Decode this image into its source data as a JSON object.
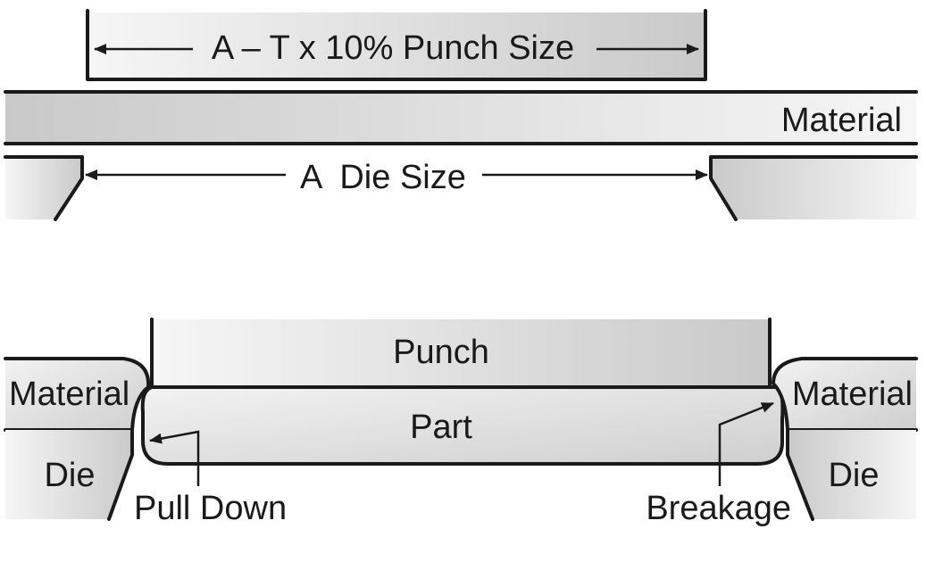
{
  "top": {
    "punch_dimension": "A – T x 10% Punch Size",
    "material": "Material",
    "die_dimension": "A  Die Size"
  },
  "bottom": {
    "punch": "Punch",
    "part": "Part",
    "material_left": "Material",
    "material_right": "Material",
    "die_left": "Die",
    "die_right": "Die",
    "pull_down": "Pull Down",
    "breakage": "Breakage"
  },
  "colors": {
    "ink": "#1a1a1a",
    "shade_dark": "#c8c8c8",
    "shade_light": "#f4f4f4"
  }
}
